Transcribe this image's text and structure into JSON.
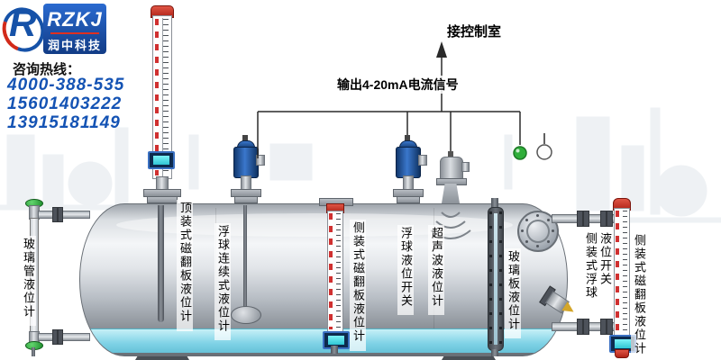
{
  "brand": {
    "r": "R",
    "name": "RZKJ",
    "name_cn": "润中科技"
  },
  "contact": {
    "hotline_label": "咨询热线：",
    "phones": [
      "4000-388-535",
      "15601403222",
      "13915181149"
    ]
  },
  "annotations": {
    "control_room": "接控制室",
    "output_signal": "输出4-20mA电流信号"
  },
  "instruments": [
    {
      "id": "glass-tube-gauge",
      "label": "玻璃管液位计"
    },
    {
      "id": "top-magnetic-gauge",
      "label": "顶装式磁翻板液位计"
    },
    {
      "id": "float-continuous-gauge",
      "label": "浮球连续式液位计"
    },
    {
      "id": "side-magnetic-gauge-1",
      "label": "侧装式磁翻板液位计"
    },
    {
      "id": "float-level-switch",
      "label": "浮球液位开关"
    },
    {
      "id": "ultrasonic-gauge",
      "label": "超声波液位计"
    },
    {
      "id": "glass-plate-gauge",
      "label": "玻璃板液位计"
    },
    {
      "id": "side-float-switch",
      "label": "侧装式浮球液位开关"
    },
    {
      "id": "side-magnetic-gauge-2",
      "label": "侧装式磁翻板液位计"
    }
  ],
  "icons": {
    "lamp_green": "indicator-lamp-green",
    "lamp_white": "indicator-lamp-white",
    "arrow_up": "arrow-up-icon",
    "waves": "ultrasonic-waves-icon"
  },
  "colors": {
    "brand_blue": "#1652a8",
    "phone_blue": "#1453b4",
    "liquid_cyan": "#7fd2e6",
    "lamp_green": "#2fae3a",
    "gauge_red": "#c0271a",
    "transmitter_blue": "#1a4f8f"
  }
}
